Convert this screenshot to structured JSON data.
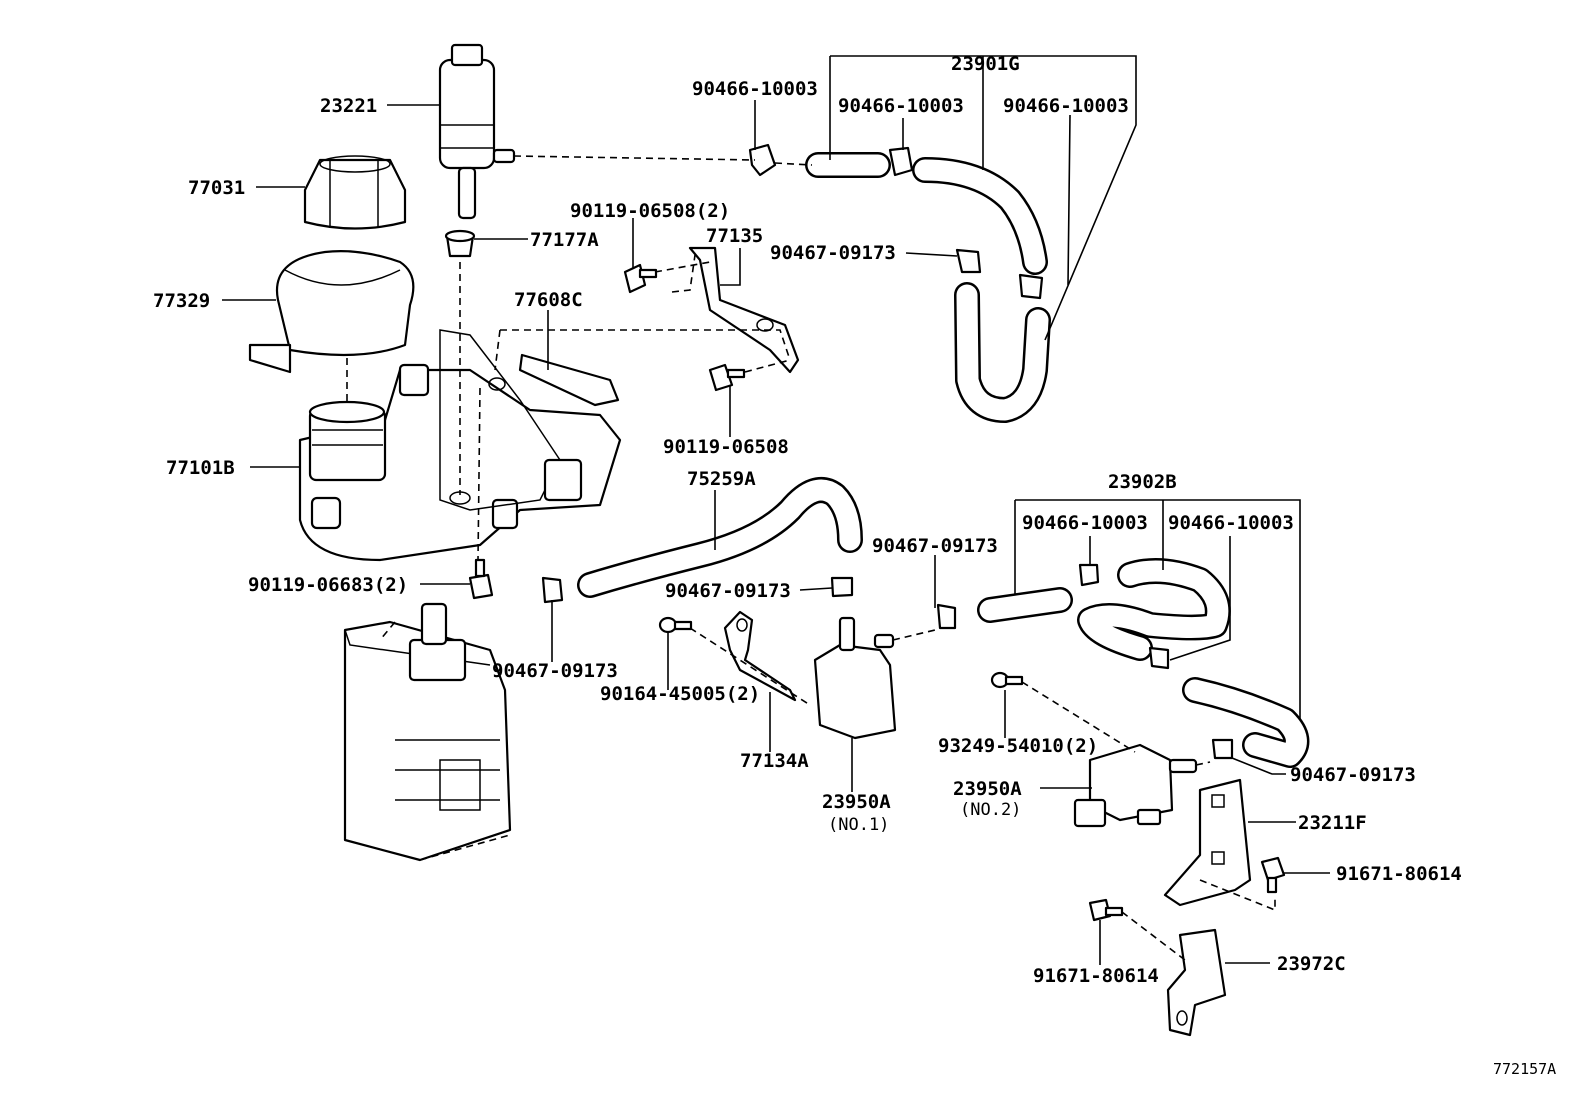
{
  "figure_id": "772157A",
  "labels": {
    "l23221": "23221",
    "l77031": "77031",
    "l77329": "77329",
    "l77101B": "77101B",
    "l77177A": "77177A",
    "l77608C": "77608C",
    "l77135": "77135",
    "l90119_06508_2": "90119-06508(2)",
    "l90119_06508": "90119-06508",
    "l90119_06683_2": "90119-06683(2)",
    "l23901G": "23901G",
    "l90466_a": "90466-10003",
    "l90466_b": "90466-10003",
    "l90466_c": "90466-10003",
    "l90467_top": "90467-09173",
    "l75259A": "75259A",
    "l90467_mid": "90467-09173",
    "l90467_left": "90467-09173",
    "l90467_right": "90467-09173",
    "l90467_br": "90467-09173",
    "l23902B": "23902B",
    "l90466_d": "90466-10003",
    "l90466_e": "90466-10003",
    "l90164": "90164-45005(2)",
    "l77134A": "77134A",
    "l23950A_1": "23950A",
    "l23950A_1_sub": "(NO.1)",
    "l93249": "93249-54010(2)",
    "l23950A_2": "23950A",
    "l23950A_2_sub": "(NO.2)",
    "l23211F": "23211F",
    "l91671_r": "91671-80614",
    "l23972C": "23972C",
    "l91671_l": "91671-80614"
  }
}
